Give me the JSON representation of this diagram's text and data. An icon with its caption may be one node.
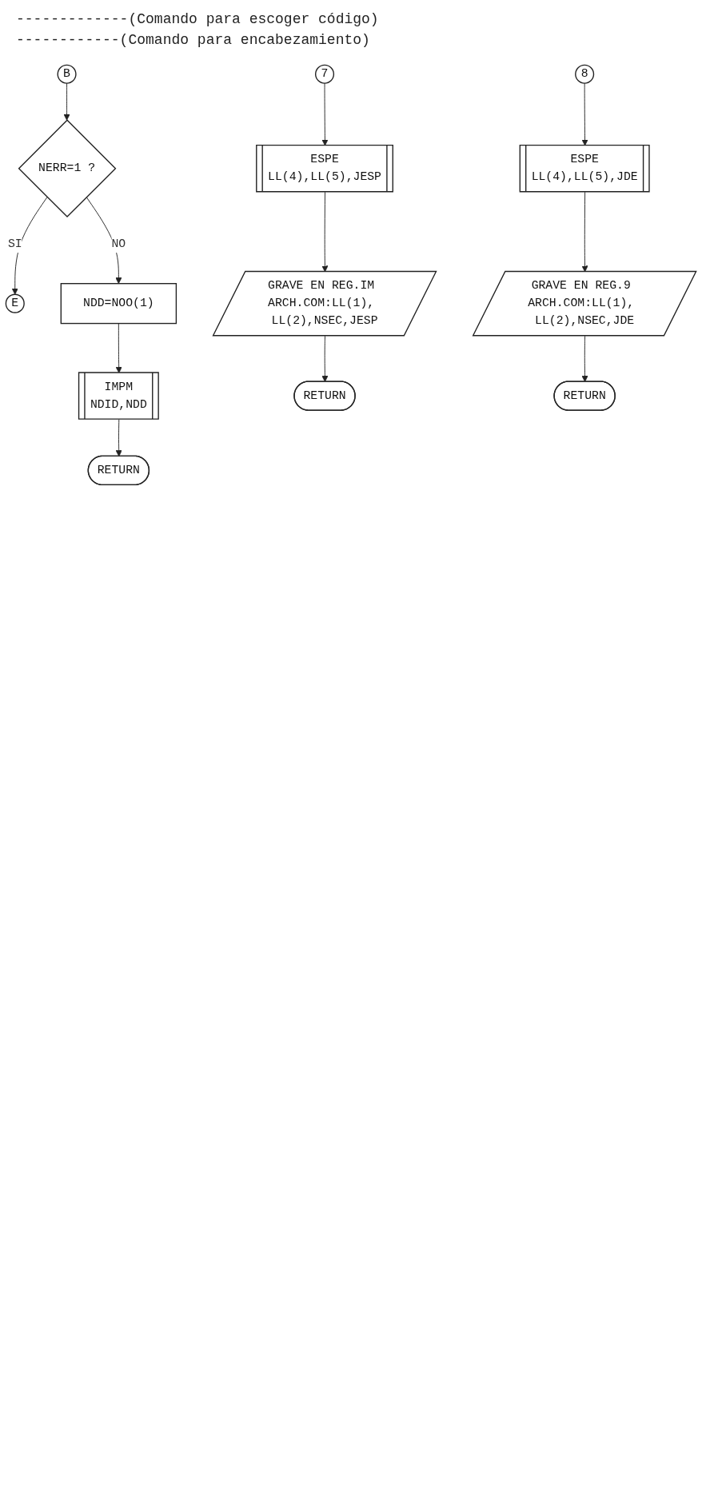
{
  "diagram": {
    "nodes": [
      {
        "text": [
          "B"
        ]
      },
      {
        "text": [
          "NERR=1 ?"
        ]
      },
      {
        "text": [
          "E"
        ]
      },
      {
        "text": [
          "NDD=NOO(1)"
        ]
      },
      {
        "text": [
          "IMPM",
          "NDID,NDD"
        ]
      },
      {
        "text": [
          "RETURN"
        ]
      },
      {
        "text": [
          "7"
        ]
      },
      {
        "text": [
          "ESPE",
          "LL(4),LL(5),JESP"
        ]
      },
      {
        "text": [
          "GRAVE EN REG.IM ARCH.COM:LL(1), LL(2),NSEC,JESP"
        ]
      },
      {
        "text": [
          "RETURN"
        ]
      },
      {
        "text": [
          "8"
        ]
      },
      {
        "text": [
          "ESPE",
          "LL(4),LL(5),JDE"
        ]
      },
      {
        "text": [
          "GRAVE EN REG.9 ARCH.COM:LL(1), LL(2),NSEC,JDE"
        ]
      },
      {
        "text": [
          "RETURN"
        ]
      }
    ],
    "edges": [
      {
        "from": 0,
        "to": 1,
        "arrow": "to"
      },
      {
        "from": 1,
        "to": 2,
        "arrow": "to",
        "label": "SI"
      },
      {
        "from": 1,
        "to": 3,
        "arrow": "to",
        "label": "NO"
      },
      {
        "from": 3,
        "to": 4,
        "arrow": "to"
      },
      {
        "from": 4,
        "to": 5,
        "arrow": "to"
      },
      {
        "from": 6,
        "to": 7,
        "arrow": "to"
      },
      {
        "from": 7,
        "to": 8,
        "arrow": "to"
      },
      {
        "from": 8,
        "to": 9,
        "arrow": "to"
      },
      {
        "from": 10,
        "to": 11,
        "arrow": "to"
      },
      {
        "from": 11,
        "to": 12,
        "arrow": "to"
      },
      {
        "from": 12,
        "to": 13,
        "arrow": "to"
      }
    ],
    "labels": [
      "-------------(Comando para escoger código)",
      "------------(Comando para encabezamiento)"
    ]
  }
}
